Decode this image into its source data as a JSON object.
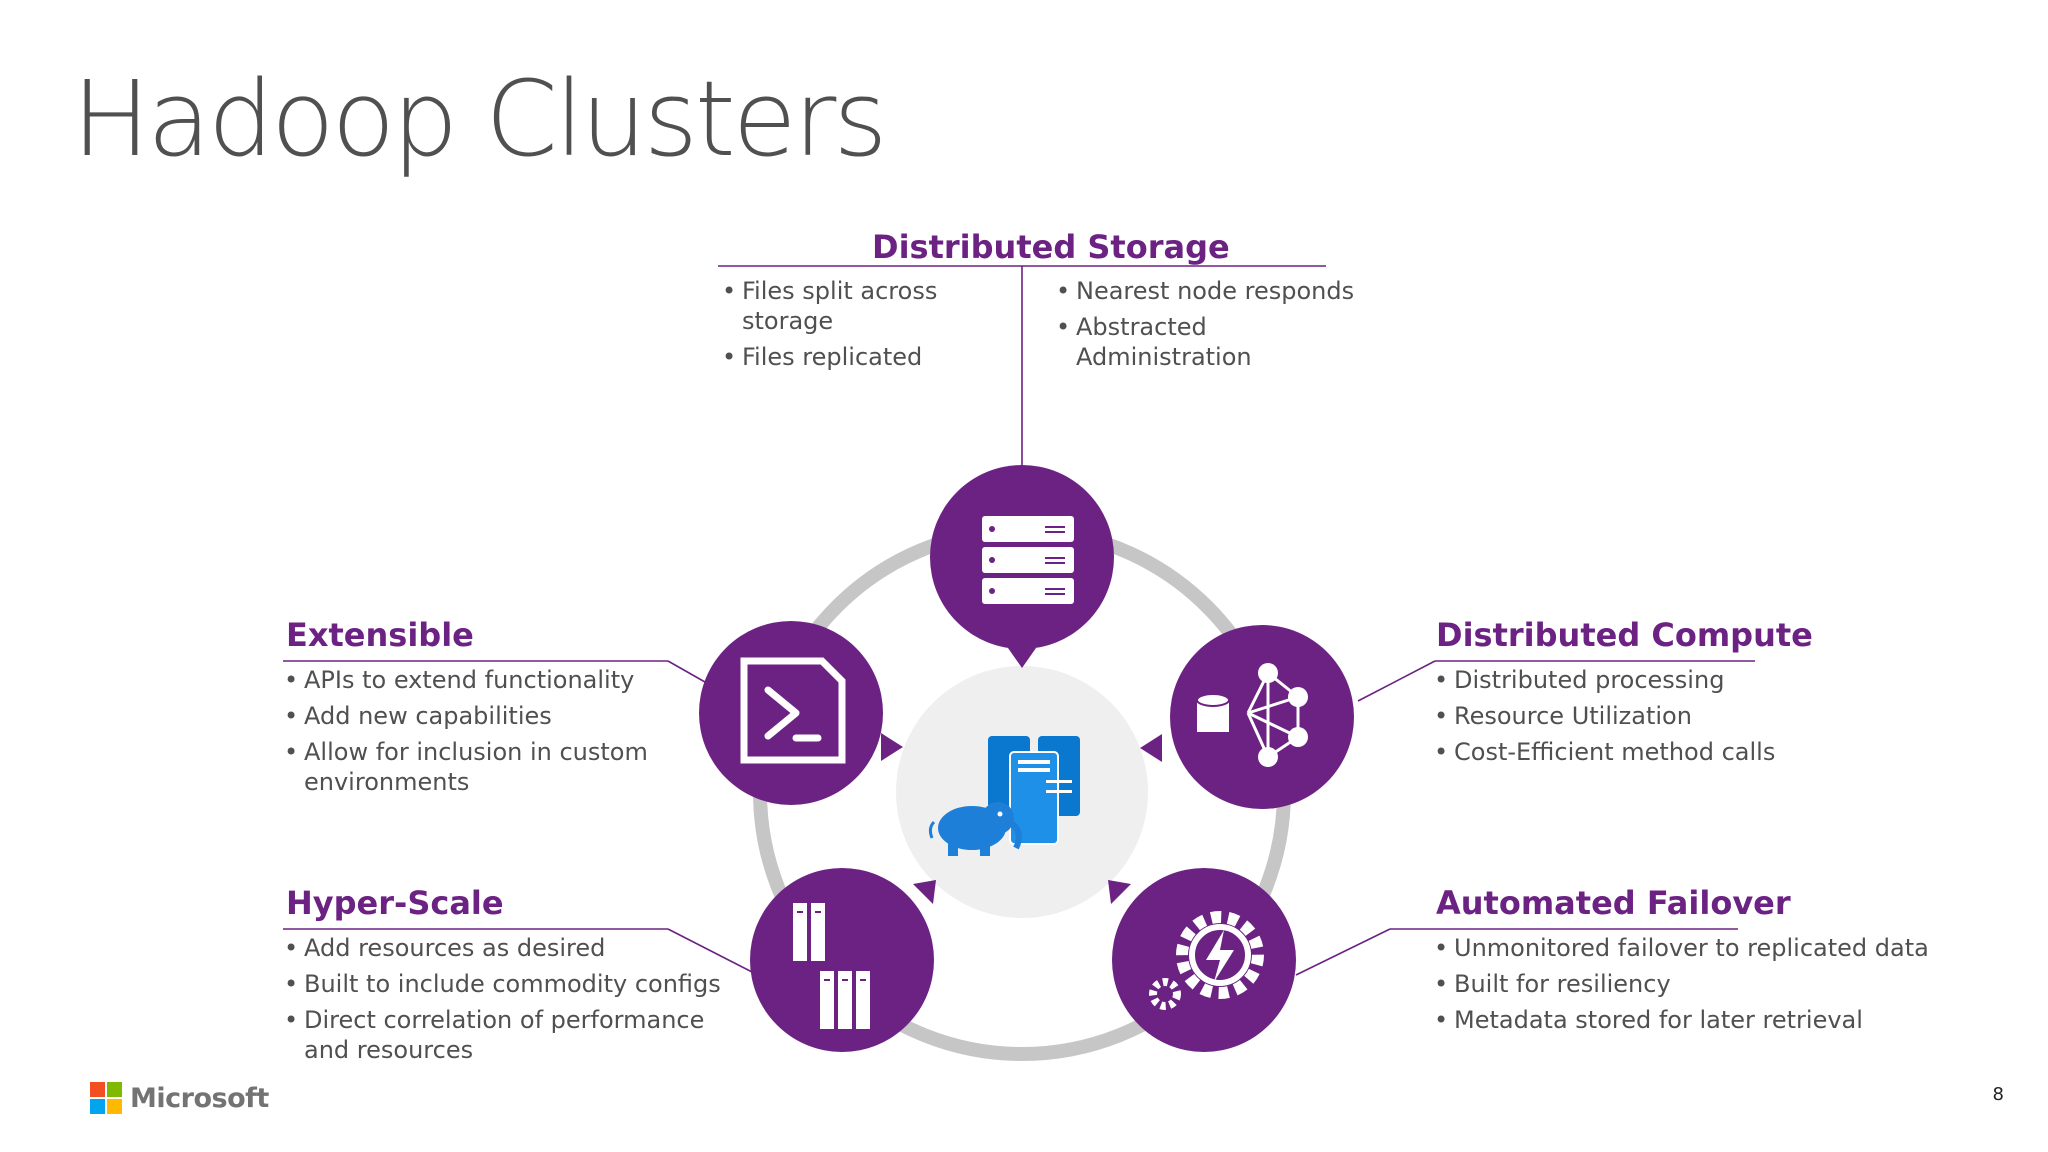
{
  "slide": {
    "title": "Hadoop Clusters",
    "page_number": "8"
  },
  "brand": {
    "logo_text": "Microsoft",
    "logo_colors": [
      "#f25022",
      "#7fba00",
      "#00a4ef",
      "#ffb900"
    ]
  },
  "colors": {
    "accent": "#6b2283",
    "ring": "#c6c6c6",
    "center_fill": "#efefef",
    "server_blue": "#0b78d0"
  },
  "sections": {
    "storage": {
      "heading": "Distributed Storage",
      "bullets_left": [
        "Files split across storage",
        "Files replicated"
      ],
      "bullets_right": [
        "Nearest node responds",
        "Abstracted Administration"
      ],
      "icon": "server-rack-icon"
    },
    "extensible": {
      "heading": "Extensible",
      "bullets": [
        "APIs to extend functionality",
        "Add new capabilities",
        "Allow for inclusion in custom environments"
      ],
      "icon": "powershell-script-icon"
    },
    "compute": {
      "heading": "Distributed Compute",
      "bullets": [
        "Distributed processing",
        "Resource Utilization",
        "Cost-Efficient method calls"
      ],
      "icon": "network-nodes-icon"
    },
    "hyperscale": {
      "heading": "Hyper-Scale",
      "bullets": [
        "Add resources as desired",
        "Built to include commodity configs",
        "Direct correlation of performance and resources"
      ],
      "icon": "server-towers-icon"
    },
    "failover": {
      "heading": "Automated Failover",
      "bullets": [
        "Unmonitored failover to replicated data",
        "Built for resiliency",
        "Metadata stored for later retrieval"
      ],
      "icon": "gear-lightning-icon"
    }
  },
  "center_icon": "hadoop-elephant-servers-icon"
}
